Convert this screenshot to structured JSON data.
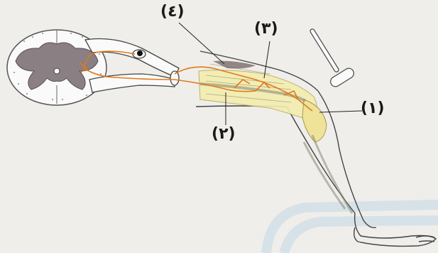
{
  "labels": {
    "one": "(١)",
    "two": "(٢)",
    "three": "(٣)",
    "four": "(٤)"
  },
  "colors": {
    "background": "#efeeea",
    "grey_matter": "#8a7f82",
    "white_matter": "#fafafa",
    "nerve": "#e07a1a",
    "muscle_fill": "#f3ecb0",
    "outline": "#444444",
    "watermark": "#c4d9e8"
  },
  "icons": {
    "reflex_hammer": "reflex-hammer-icon"
  }
}
